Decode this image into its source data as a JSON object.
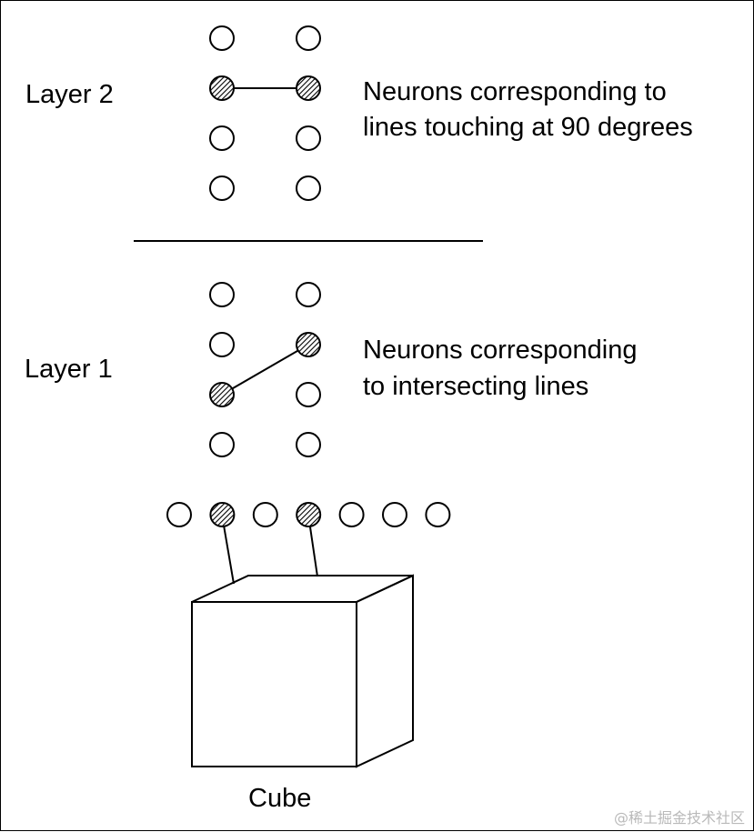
{
  "layer2": {
    "label": "Layer 2",
    "description_line1": "Neurons corresponding to",
    "description_line2": "lines touching at 90 degrees",
    "neurons": [
      {
        "column": 0,
        "row": 0,
        "active": false
      },
      {
        "column": 0,
        "row": 1,
        "active": true
      },
      {
        "column": 0,
        "row": 2,
        "active": false
      },
      {
        "column": 0,
        "row": 3,
        "active": false
      },
      {
        "column": 1,
        "row": 0,
        "active": false
      },
      {
        "column": 1,
        "row": 1,
        "active": true
      },
      {
        "column": 1,
        "row": 2,
        "active": false
      },
      {
        "column": 1,
        "row": 3,
        "active": false
      }
    ]
  },
  "layer1": {
    "label": "Layer 1",
    "description_line1": "Neurons corresponding",
    "description_line2": "to intersecting lines",
    "neurons": [
      {
        "column": 0,
        "row": 0,
        "active": false
      },
      {
        "column": 0,
        "row": 1,
        "active": false
      },
      {
        "column": 0,
        "row": 2,
        "active": true
      },
      {
        "column": 0,
        "row": 3,
        "active": false
      },
      {
        "column": 1,
        "row": 0,
        "active": false
      },
      {
        "column": 1,
        "row": 1,
        "active": true
      },
      {
        "column": 1,
        "row": 2,
        "active": false
      },
      {
        "column": 1,
        "row": 3,
        "active": false
      }
    ]
  },
  "input_row": {
    "neurons": [
      {
        "index": 0,
        "active": false
      },
      {
        "index": 1,
        "active": true
      },
      {
        "index": 2,
        "active": false
      },
      {
        "index": 3,
        "active": true
      },
      {
        "index": 4,
        "active": false
      },
      {
        "index": 5,
        "active": false
      },
      {
        "index": 6,
        "active": false
      }
    ]
  },
  "object": {
    "label": "Cube"
  },
  "watermark": "@稀土掘金技术社区",
  "colors": {
    "stroke": "#000000",
    "background": "#ffffff",
    "watermark": "#b9b9b9"
  }
}
